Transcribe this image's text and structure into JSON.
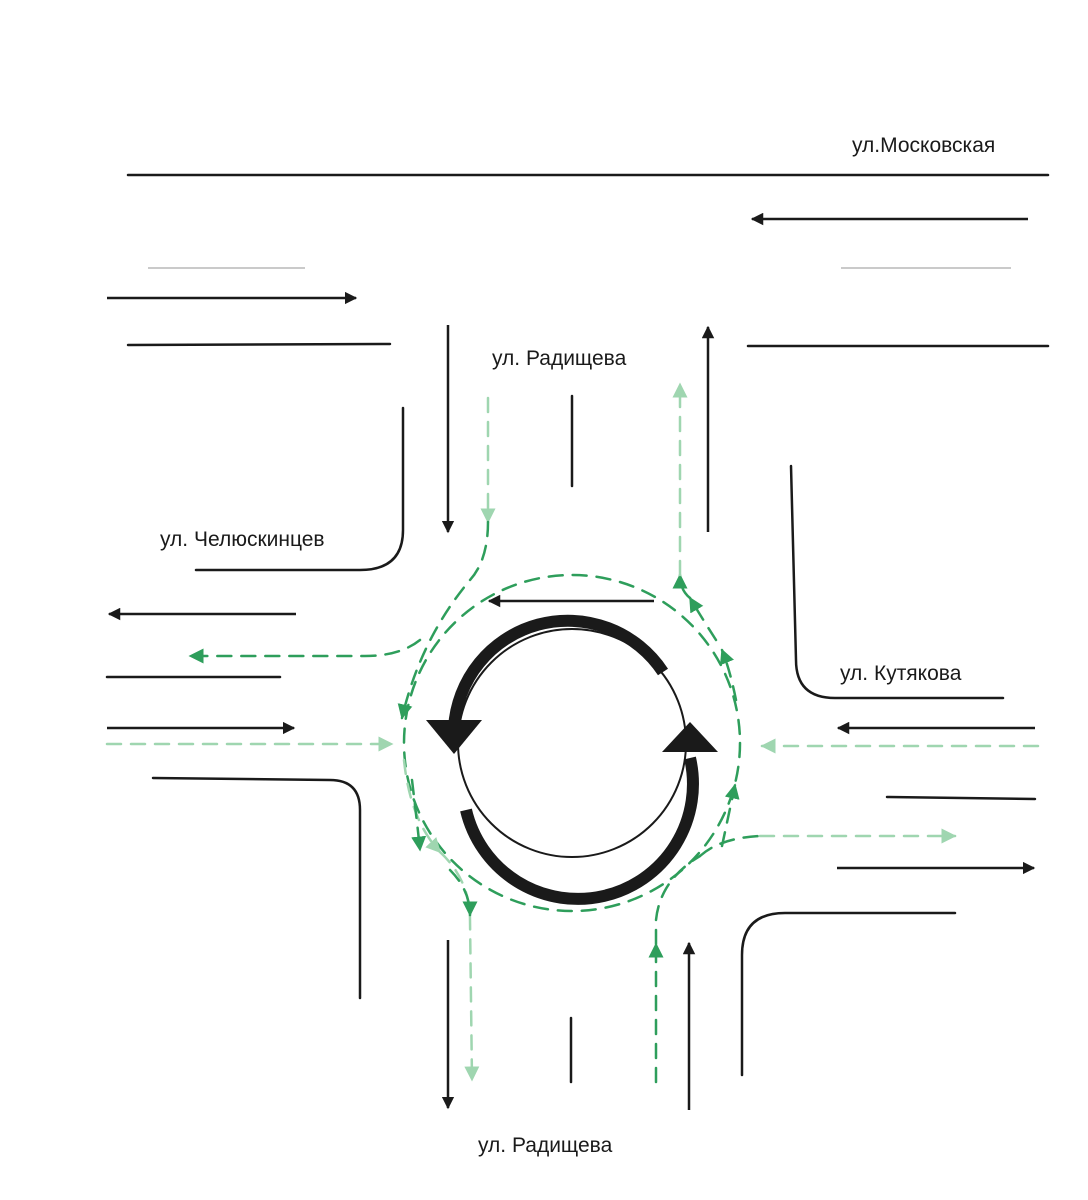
{
  "labels": {
    "street_top": "ул.Московская",
    "street_north": "ул. Радищева",
    "street_west": "ул. Челюскинцев",
    "street_east": "ул. Кутякова",
    "street_south": "ул. Радищева"
  },
  "colors": {
    "ink": "#1a1a1a",
    "route_green": "#2e9e5b",
    "route_green_light": "#9fd6b0",
    "thin_gray": "#aaaaaa"
  },
  "icons": {
    "roundabout": "roundabout-circular-arrows-icon"
  }
}
